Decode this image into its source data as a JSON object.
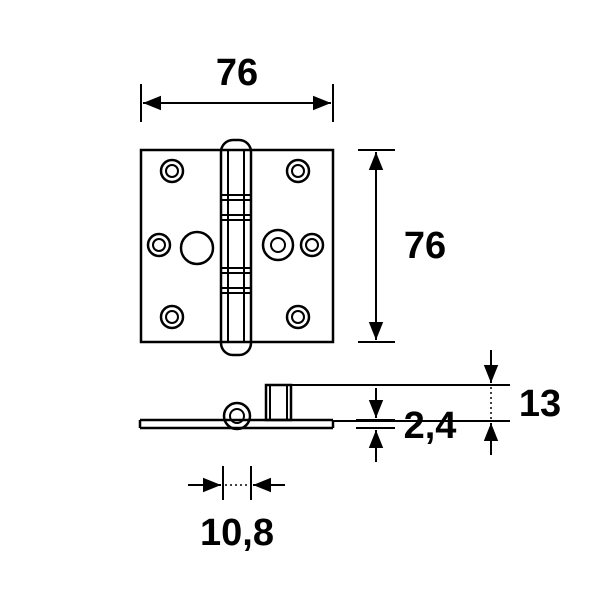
{
  "dimensions": {
    "width": "76",
    "height": "76",
    "total_thickness": "13",
    "plate_thickness": "2,4",
    "knuckle_diameter": "10,8"
  }
}
